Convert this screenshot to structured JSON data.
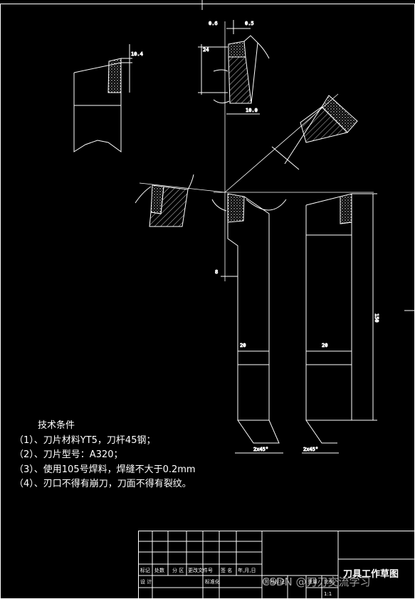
{
  "notes": {
    "title": "技术条件",
    "items": [
      "（1）、刀片材料YT5，刀杆45钢；",
      "（2）、刀片型号：A320；",
      "（3）、使用105号焊料，焊缝不大于0.2mm",
      "（4）、刃口不得有崩刀，刀面不得有裂纹。"
    ]
  },
  "title_block": {
    "drawing_title": "刀具工作草图",
    "headers": [
      "标记",
      "处数",
      "分 区",
      "更改文件号",
      "签 名",
      "年,月,日"
    ],
    "row2": [
      "设 计",
      "标准化"
    ],
    "right_headers": [
      "阶段标记",
      "重量",
      "比例"
    ],
    "scale": "1:1"
  },
  "dimensions": {
    "d1": "0.6",
    "d2": "0.5",
    "d3": "10.0",
    "d4": "10.4",
    "d5": "8",
    "d6": "20",
    "d7": "20",
    "d8": "150",
    "d9": "2x45°",
    "d10": "2x45°",
    "d11": "24"
  },
  "watermark": "CSDN @刀刃交流学习"
}
